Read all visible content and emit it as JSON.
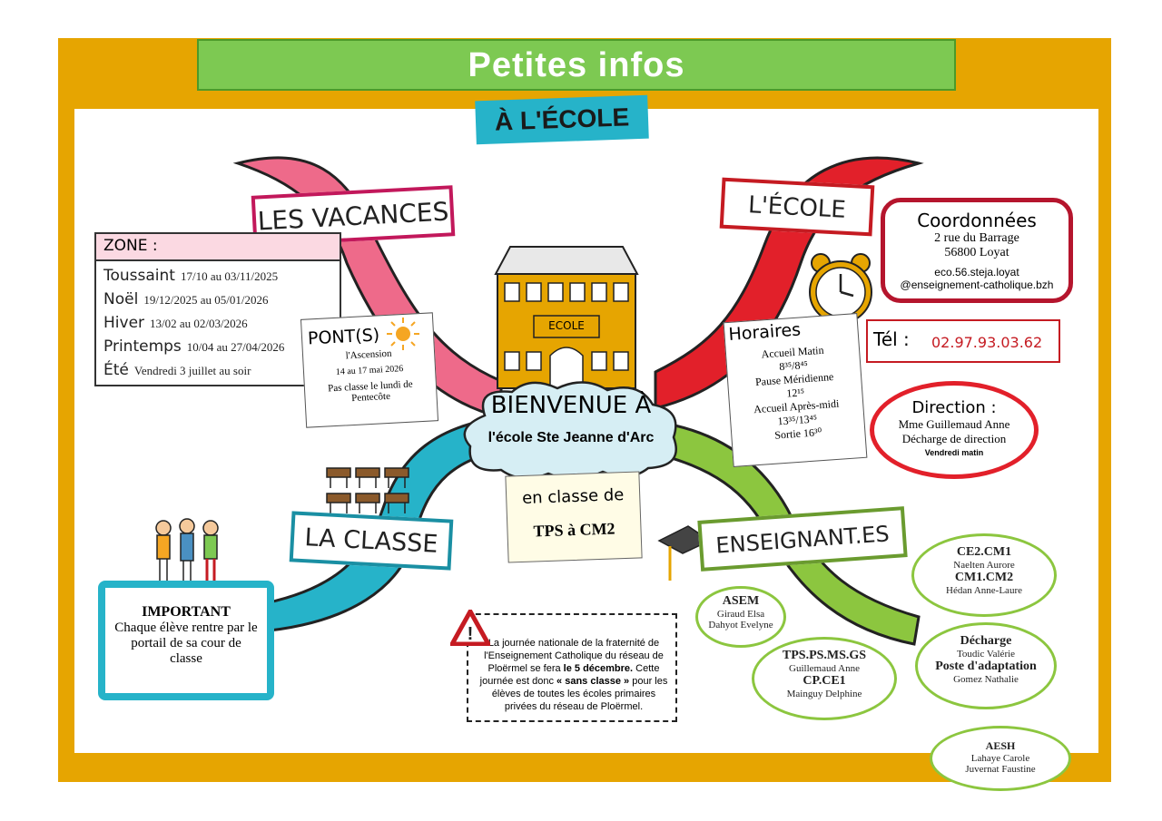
{
  "header": {
    "title": "Petites infos",
    "subtitle": "À L'ÉCOLE"
  },
  "center": {
    "welcome_line1": "BIENVENUE À",
    "welcome_line2": "l'école Ste Jeanne d'Arc",
    "building_label": "ECOLE",
    "classes_line1": "en classe de",
    "classes_line2": "TPS à CM2"
  },
  "vacances": {
    "banner": "LES VACANCES",
    "zone_label": "ZONE :",
    "rows": [
      {
        "name": "Toussaint",
        "dates": "17/10 au  03/11/2025"
      },
      {
        "name": "Noël",
        "dates": "19/12/2025 au 05/01/2026"
      },
      {
        "name": "Hiver",
        "dates": "13/02 au 02/03/2026"
      },
      {
        "name": "Printemps",
        "dates": "10/04 au 27/04/2026"
      },
      {
        "name": "Été",
        "dates": "Vendredi 3 juillet au soir"
      }
    ]
  },
  "ponts": {
    "title": "PONT(S)",
    "line1": "l'Ascension",
    "line2": "14  au 17 mai 2026",
    "line3": "Pas classe le lundi de Pentecôte"
  },
  "ecole": {
    "banner": "L'ÉCOLE",
    "coord_title": "Coordonnées",
    "address1": "2 rue du Barrage",
    "address2": "56800 Loyat",
    "email1": "eco.56.steja.loyat",
    "email2": "@enseignement-catholique.bzh",
    "tel_label": "Tél :",
    "tel_value": "02.97.93.03.62"
  },
  "horaires": {
    "title": "Horaires",
    "l1": "Accueil Matin",
    "l2": "8³⁵/8⁴⁵",
    "l3": "Pause Méridienne",
    "l4": "12¹⁵",
    "l5": "Accueil Après-midi",
    "l6": "13³⁵/13⁴⁵",
    "l7": "Sortie 16³⁰"
  },
  "direction": {
    "title": "Direction :",
    "name": "Mme Guillemaud Anne",
    "line2": "Décharge de direction",
    "line3": "Vendredi matin"
  },
  "classe": {
    "banner": "LA CLASSE",
    "important_title": "IMPORTANT",
    "important_text": "Chaque élève rentre par le portail de sa cour de classe"
  },
  "notice": {
    "text_before": "La journée nationale de la fraternité de l'Enseignement Catholique du réseau de Ploërmel se fera ",
    "date": "le 5 décembre.",
    "text_mid": " Cette journée est donc ",
    "sans_classe": "« sans classe »",
    "text_after": " pour les élèves de toutes les écoles primaires privées du réseau de Ploërmel."
  },
  "enseignants": {
    "banner": "ENSEIGNANT.ES",
    "asem_title": "ASEM",
    "asem_n1": "Giraud Elsa",
    "asem_n2": "Dahyot Evelyne",
    "tps_title": "TPS.PS.MS.GS",
    "tps_name": "Guillemaud Anne",
    "cp_title": "CP.CE1",
    "cp_name": "Mainguy Delphine",
    "ce2_title": "CE2.CM1",
    "ce2_name": "Naelten Aurore",
    "cm1_title": "CM1.CM2",
    "cm1_name": "Hédan Anne-Laure",
    "dech_title": "Décharge",
    "dech_name": "Toudic Valérie",
    "poste_title": "Poste d'adaptation",
    "poste_name": "Gomez Nathalie",
    "aesh_title": "AESH",
    "aesh_n1": "Lahaye Carole",
    "aesh_n2": "Juvernat Faustine"
  },
  "colors": {
    "frame": "#e6a501",
    "title_green": "#7dc952",
    "teal": "#26b3c9",
    "pink": "#ee6a8a",
    "red": "#e2202a",
    "green": "#8cc63f",
    "building": "#e6a501"
  }
}
